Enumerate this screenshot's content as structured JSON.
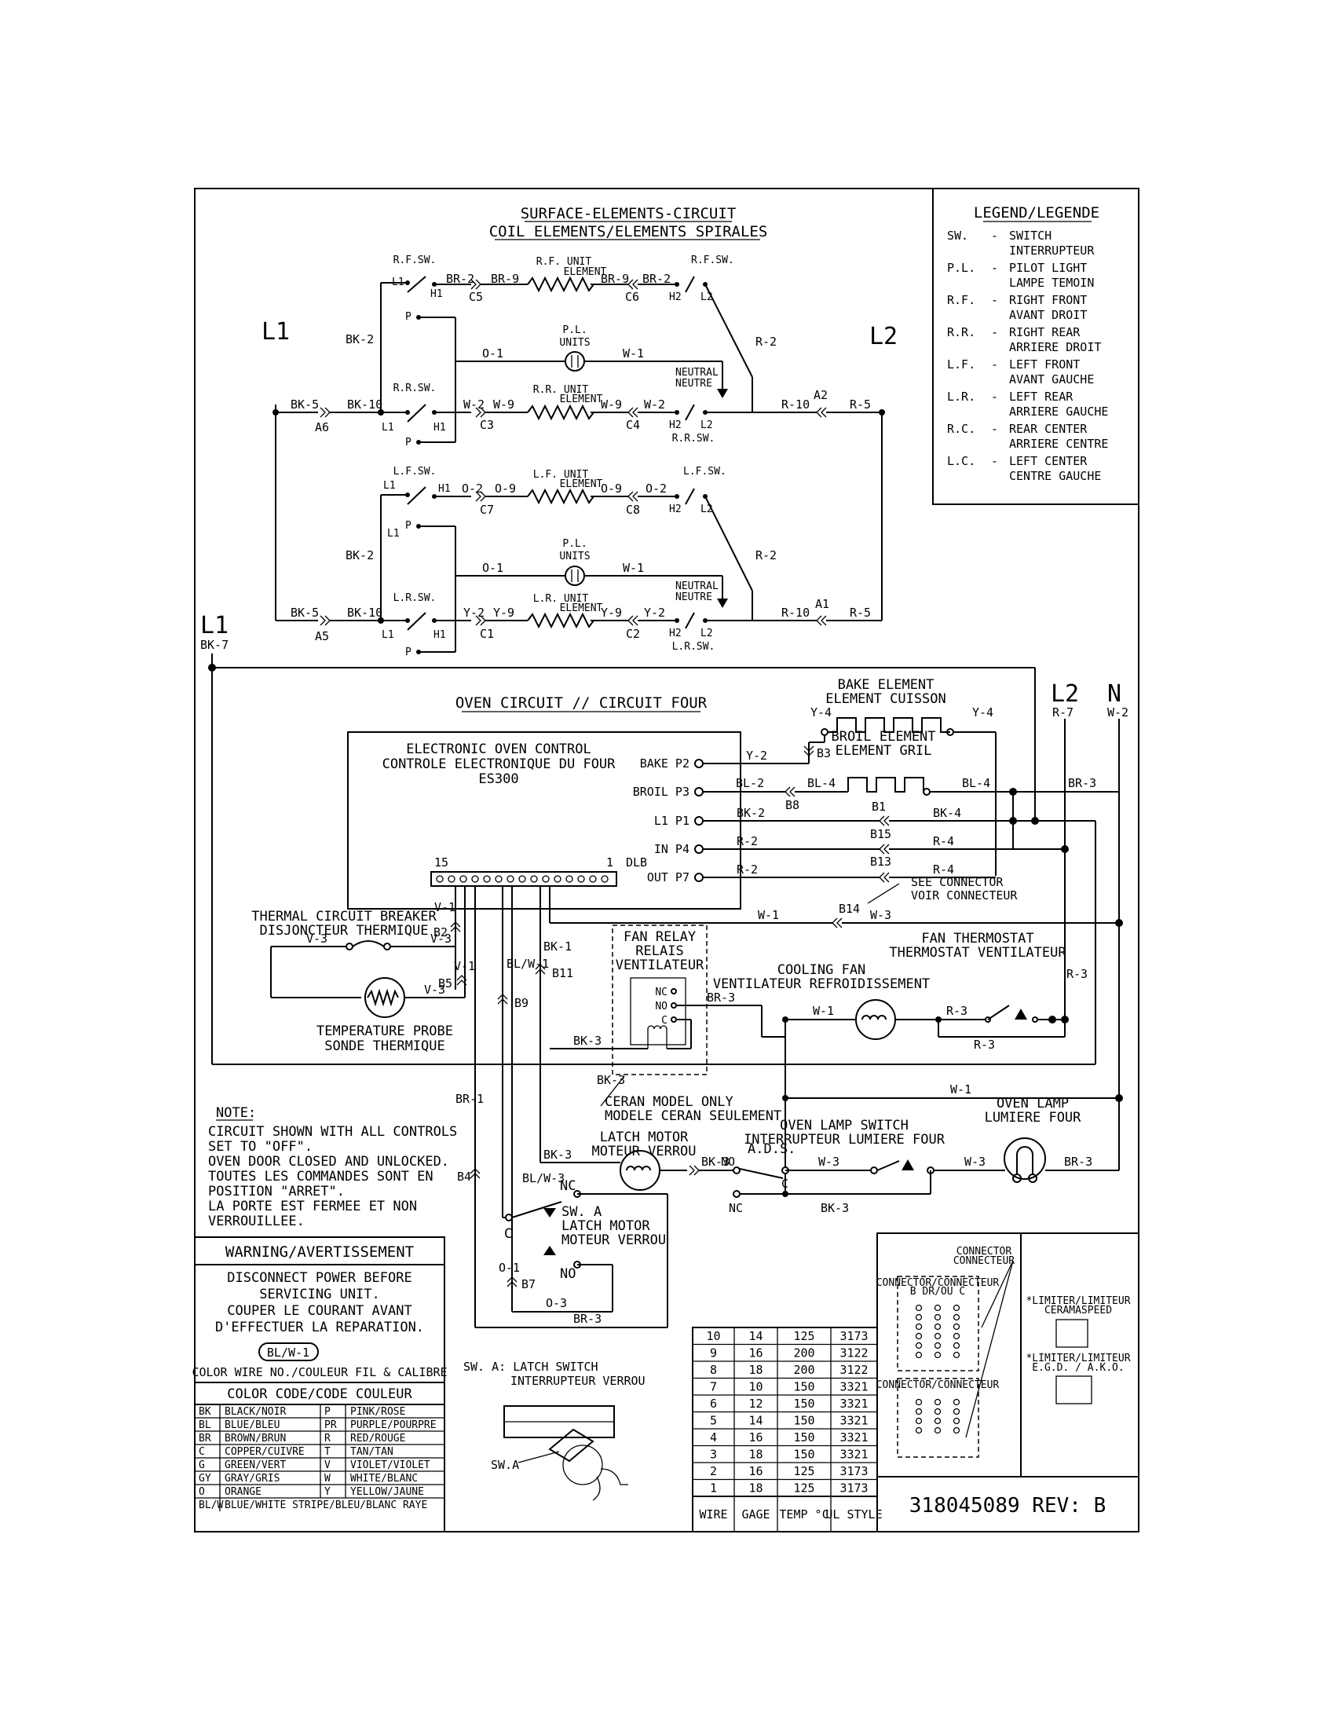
{
  "surface": {
    "title1": "SURFACE-ELEMENTS-CIRCUIT",
    "title2": "COIL ELEMENTS/ELEMENTS SPIRALES",
    "L1": "L1",
    "L2": "L2",
    "rf_sw": "R.F.SW.",
    "rf_unit1": "R.F. UNIT",
    "rf_unit2": "ELEMENT",
    "rr_sw": "R.R.SW.",
    "rr_unit1": "R.R. UNIT",
    "rr_unit2": "ELEMENT",
    "rr_sw2": "R.R.SW.",
    "lf_sw": "L.F.SW.",
    "lf_unit1": "L.F. UNIT",
    "lf_unit2": "ELEMENT",
    "lr_sw": "L.R.SW.",
    "lr_unit1": "L.R. UNIT",
    "lr_unit2": "ELEMENT",
    "lr_sw2": "L.R.SW.",
    "pl": "P.L.",
    "units": "UNITS",
    "neutral": "NEUTRAL",
    "neutre": "NEUTRE",
    "labels": {
      "L1a": "L1",
      "H1a": "H1",
      "Pa": "P",
      "BR2a": "BR-2",
      "BR9a": "BR-9",
      "C5": "C5",
      "BR9b": "BR-9",
      "C6": "C6",
      "BR2b": "BR-2",
      "H2a": "H2",
      "L2a": "L2",
      "BK2a": "BK-2",
      "O1a": "O-1",
      "W1a": "W-1",
      "R2a": "R-2",
      "BK5a": "BK-5",
      "A6": "A6",
      "BK10a": "BK-10",
      "L1b": "L1",
      "H1b": "H1",
      "Pb": "P",
      "W2a": "W-2",
      "W9a": "W-9",
      "C3": "C3",
      "W9b": "W-9",
      "C4": "C4",
      "W2b": "W-2",
      "H2b": "H2",
      "L2b": "L2",
      "R10a": "R-10",
      "A2": "A2",
      "R5a": "R-5",
      "L1c": "L1",
      "H1c": "H1",
      "L1d": "L1",
      "Pc": "P",
      "O2a": "O-2",
      "O9a": "O-9",
      "C7": "C7",
      "O9b": "O-9",
      "C8": "C8",
      "O2b": "O-2",
      "H2c": "H2",
      "L2c": "L2",
      "BK2b": "BK-2",
      "O1b": "O-1",
      "W1b": "W-1",
      "R2b": "R-2",
      "BK5b": "BK-5",
      "A5": "A5",
      "BK10b": "BK-10",
      "L1e": "L1",
      "H1d": "H1",
      "Pd": "P",
      "Y2a": "Y-2",
      "Y9a": "Y-9",
      "C1": "C1",
      "Y9b": "Y-9",
      "C2": "C2",
      "Y2b": "Y-2",
      "H2d": "H2",
      "L2d": "L2",
      "R10b": "R-10",
      "A1": "A1",
      "R5b": "R-5"
    }
  },
  "legend": {
    "title": "LEGEND/LEGENDE",
    "rows": [
      {
        "abbr": "SW.",
        "dash": "-",
        "en": "SWITCH",
        "fr": "INTERRUPTEUR"
      },
      {
        "abbr": "P.L.",
        "dash": "-",
        "en": "PILOT LIGHT",
        "fr": "LAMPE TEMOIN"
      },
      {
        "abbr": "R.F.",
        "dash": "-",
        "en": "RIGHT FRONT",
        "fr": "AVANT DROIT"
      },
      {
        "abbr": "R.R.",
        "dash": "-",
        "en": "RIGHT REAR",
        "fr": "ARRIERE DROIT"
      },
      {
        "abbr": "L.F.",
        "dash": "-",
        "en": "LEFT FRONT",
        "fr": "AVANT GAUCHE"
      },
      {
        "abbr": "L.R.",
        "dash": "-",
        "en": "LEFT REAR",
        "fr": "ARRIERE GAUCHE"
      },
      {
        "abbr": "R.C.",
        "dash": "-",
        "en": "REAR CENTER",
        "fr": "ARRIERE CENTRE"
      },
      {
        "abbr": "L.C.",
        "dash": "-",
        "en": "LEFT CENTER",
        "fr": "CENTRE GAUCHE"
      }
    ]
  },
  "oven": {
    "L1": "L1",
    "BK7": "BK-7",
    "title": "OVEN CIRCUIT // CIRCUIT FOUR",
    "L2": "L2",
    "R7": "R-7",
    "N": "N",
    "W2": "W-2",
    "bake1": "BAKE ELEMENT",
    "bake2": "ELEMENT CUISSON",
    "broil1": "BROIL ELEMENT",
    "broil2": "ELEMENT GRIL",
    "eoc1": "ELECTRONIC OVEN CONTROL",
    "eoc2": "CONTROLE ELECTRONIQUE DU FOUR",
    "eoc3": "ES300",
    "p_bake": "BAKE P2",
    "p_broil": "BROIL P3",
    "p_l1": "L1 P1",
    "p_in": "IN P4",
    "p_out": "OUT P7",
    "n15": "15",
    "n1": "1",
    "dlb": "DLB",
    "see1": "SEE CONNECTOR",
    "see2": "VOIR CONNECTEUR",
    "tcb1": "THERMAL CIRCUIT BREAKER",
    "tcb2": "DISJONCTEUR THERMIQUE",
    "probe1": "TEMPERATURE PROBE",
    "probe2": "SONDE THERMIQUE",
    "fr1": "FAN RELAY",
    "fr2": "RELAIS",
    "fr3": "VENTILATEUR",
    "nc": "NC",
    "no": "NO",
    "c": "C",
    "cf1": "COOLING FAN",
    "cf2": "VENTILATEUR REFROIDISSEMENT",
    "ft1": "FAN THERMOSTAT",
    "ft2": "THERMOSTAT VENTILATEUR",
    "ceran1": "CERAN MODEL ONLY",
    "ceran2": "MODELE CERAN SEULEMENT",
    "latch1": "LATCH MOTOR",
    "latch2": "MOTEUR VERROU",
    "ads": "A.D.S.",
    "ols1": "OVEN LAMP SWITCH",
    "ols2": "INTERRUPTEUR LUMIERE FOUR",
    "lamp1": "OVEN LAMP",
    "lamp2": "LUMIERE FOUR",
    "swa1": "SW. A",
    "swa2": "LATCH MOTOR",
    "swa3": "MOTEUR VERROU",
    "swa_cap1": "SW. A: LATCH SWITCH",
    "swa_cap2": "INTERRUPTEUR VERROU",
    "swa_pic": "SW.A",
    "labels": {
      "Y4a": "Y-4",
      "Y4b": "Y-4",
      "Y2": "Y-2",
      "B3": "B3",
      "BL2": "BL-2",
      "BL4a": "BL-4",
      "BL4b": "BL-4",
      "B8": "B8",
      "BK2": "BK-2",
      "B1": "B1",
      "BK4": "BK-4",
      "R2a": "R-2",
      "B15": "B15",
      "R4a": "R-4",
      "R2b": "R-2",
      "B13": "B13",
      "R4b": "R-4",
      "BR3a": "BR-3",
      "V1a": "V-1",
      "B2": "B2",
      "V3a": "V-3",
      "V3b": "V-3",
      "V1b": "V-1",
      "B5": "B5",
      "V3c": "V-3",
      "W1a": "W-1",
      "B14": "B14",
      "W3a": "W-3",
      "BK1": "BK-1",
      "B11": "B11",
      "BLW1": "BL/W-1",
      "B9": "B9",
      "BR3b": "BR-3",
      "W1b": "W-1",
      "R3a": "R-3",
      "R3b": "R-3",
      "R3c": "R-3",
      "BK3a": "BK-3",
      "W1c": "W-1",
      "BR1": "BR-1",
      "BK3b": "BK-3",
      "BK3c": "BK-3",
      "NOa": "NO",
      "Ca": "C",
      "W3b": "W-3",
      "W3c": "W-3",
      "BR3c": "BR-3",
      "NCa": "NC",
      "BK3d": "BK-3",
      "B4": "B4",
      "BLW3": "BL/W-3",
      "NCb": "NC",
      "Cb": "C",
      "NOb": "NO",
      "O1": "O-1",
      "B7": "B7",
      "O3": "O-3",
      "BR3d": "BR-3"
    }
  },
  "note": {
    "title": "NOTE:",
    "lines": [
      "CIRCUIT SHOWN WITH ALL CONTROLS",
      "SET TO \"OFF\".",
      "OVEN DOOR CLOSED AND UNLOCKED.",
      "TOUTES LES COMMANDES SONT EN",
      "POSITION \"ARRET\".",
      "LA PORTE EST FERMEE ET NON",
      "VERROUILLEE."
    ]
  },
  "warning": {
    "title": "WARNING/AVERTISSEMENT",
    "lines": [
      "DISCONNECT POWER BEFORE",
      "SERVICING UNIT.",
      "COUPER LE COURANT AVANT",
      "D'EFFECTUER LA REPARATION."
    ],
    "wire_tag": "BL/W-1",
    "wire_caption": "COLOR WIRE NO./COULEUR FIL & CALIBRE",
    "color_title": "COLOR CODE/CODE COULEUR",
    "colors": [
      {
        "a": "BK",
        "an": "BLACK/NOIR",
        "b": "P",
        "bn": "PINK/ROSE"
      },
      {
        "a": "BL",
        "an": "BLUE/BLEU",
        "b": "PR",
        "bn": "PURPLE/POURPRE"
      },
      {
        "a": "BR",
        "an": "BROWN/BRUN",
        "b": "R",
        "bn": "RED/ROUGE"
      },
      {
        "a": "C",
        "an": "COPPER/CUIVRE",
        "b": "T",
        "bn": "TAN/TAN"
      },
      {
        "a": "G",
        "an": "GREEN/VERT",
        "b": "V",
        "bn": "VIOLET/VIOLET"
      },
      {
        "a": "GY",
        "an": "GRAY/GRIS",
        "b": "W",
        "bn": "WHITE/BLANC"
      },
      {
        "a": "O",
        "an": "ORANGE",
        "b": "Y",
        "bn": "YELLOW/JAUNE"
      }
    ],
    "stripe_a": "BL/W",
    "stripe_an": "BLUE/WHITE STRIPE/BLEU/BLANC RAYE"
  },
  "wire_table": {
    "headers": [
      "WIRE",
      "GAGE",
      "TEMP °C",
      "UL STYLE"
    ],
    "rows": [
      [
        "10",
        "14",
        "125",
        "3173"
      ],
      [
        "9",
        "16",
        "200",
        "3122"
      ],
      [
        "8",
        "18",
        "200",
        "3122"
      ],
      [
        "7",
        "10",
        "150",
        "3321"
      ],
      [
        "6",
        "12",
        "150",
        "3321"
      ],
      [
        "5",
        "14",
        "150",
        "3321"
      ],
      [
        "4",
        "16",
        "150",
        "3321"
      ],
      [
        "3",
        "18",
        "150",
        "3321"
      ],
      [
        "2",
        "16",
        "125",
        "3173"
      ],
      [
        "1",
        "18",
        "125",
        "3173"
      ]
    ]
  },
  "connector": {
    "c1": "CONNECTOR",
    "c2": "CONNECTEUR",
    "box1": "CONNECTOR/CONNECTEUR",
    "box1b": "B DR/OU C",
    "box2": "CONNECTOR/CONNECTEUR",
    "lim1a": "*LIMITER/LIMITEUR",
    "lim1b": "CERAMASPEED",
    "lim2a": "*LIMITER/LIMITEUR",
    "lim2b": "E.G.D. / A.K.O.",
    "part": "318045089 REV: B"
  }
}
